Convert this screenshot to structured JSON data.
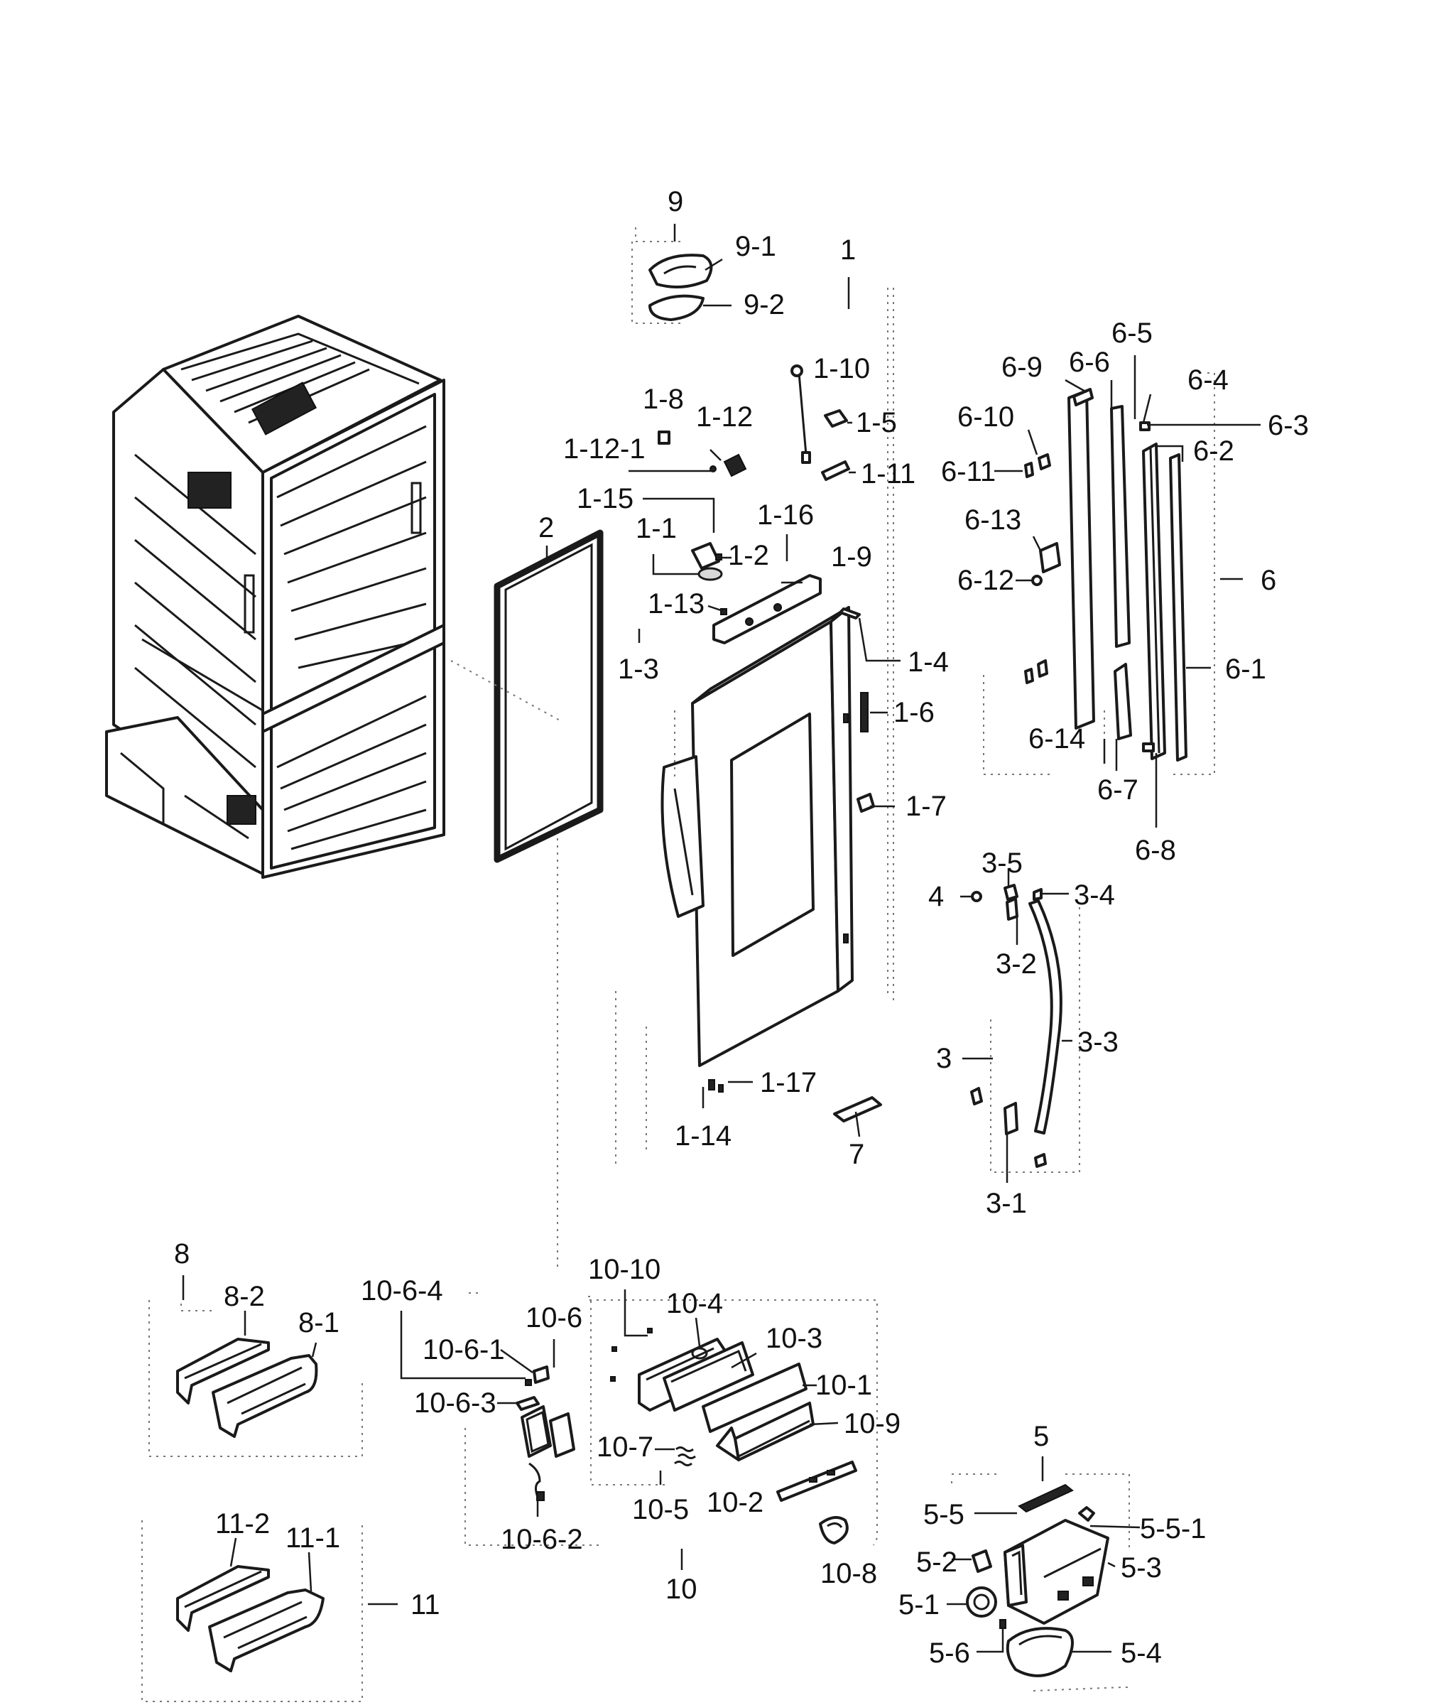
{
  "callouts": {
    "l_9": "9",
    "l_9_1": "9-1",
    "l_9_2": "9-2",
    "l_1": "1",
    "l_1_10": "1-10",
    "l_1_5": "1-5",
    "l_1_11": "1-11",
    "l_1_8": "1-8",
    "l_1_12": "1-12",
    "l_1_12_1": "1-12-1",
    "l_1_15": "1-15",
    "l_1_16": "1-16",
    "l_1_1": "1-1",
    "l_1_2": "1-2",
    "l_1_9": "1-9",
    "l_1_13": "1-13",
    "l_1_3": "1-3",
    "l_1_4": "1-4",
    "l_1_6": "1-6",
    "l_1_7": "1-7",
    "l_1_17": "1-17",
    "l_1_14": "1-14",
    "l_2": "2",
    "l_7": "7",
    "l_6_5": "6-5",
    "l_6_9": "6-9",
    "l_6_6": "6-6",
    "l_6_4": "6-4",
    "l_6_10": "6-10",
    "l_6_3": "6-3",
    "l_6_11": "6-11",
    "l_6_2": "6-2",
    "l_6_13": "6-13",
    "l_6_12": "6-12",
    "l_6": "6",
    "l_6_1": "6-1",
    "l_6_14": "6-14",
    "l_6_7": "6-7",
    "l_6_8": "6-8",
    "l_3_5": "3-5",
    "l_4": "4",
    "l_3_4": "3-4",
    "l_3_2": "3-2",
    "l_3": "3",
    "l_3_3": "3-3",
    "l_3_1": "3-1",
    "l_8": "8",
    "l_8_2": "8-2",
    "l_8_1": "8-1",
    "l_11_2": "11-2",
    "l_11_1": "11-1",
    "l_11": "11",
    "l_10_6_4": "10-6-4",
    "l_10_6": "10-6",
    "l_10_6_1": "10-6-1",
    "l_10_6_3": "10-6-3",
    "l_10_6_2": "10-6-2",
    "l_10_10": "10-10",
    "l_10_4": "10-4",
    "l_10_3": "10-3",
    "l_10_1": "10-1",
    "l_10_9": "10-9",
    "l_10_7": "10-7",
    "l_10_5": "10-5",
    "l_10_2": "10-2",
    "l_10": "10",
    "l_10_8": "10-8",
    "l_5": "5",
    "l_5_5": "5-5",
    "l_5_5_1": "5-5-1",
    "l_5_2": "5-2",
    "l_5_3": "5-3",
    "l_5_1": "5-1",
    "l_5_6": "5-6",
    "l_5_4": "5-4"
  }
}
